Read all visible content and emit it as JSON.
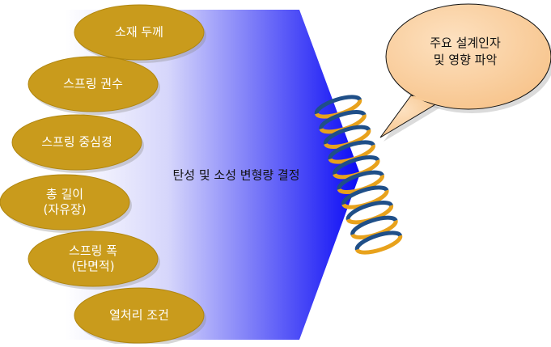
{
  "factors": [
    {
      "line1": "소재 두께",
      "line2": ""
    },
    {
      "line1": "스프링 권수",
      "line2": ""
    },
    {
      "line1": "스프링 중심경",
      "line2": ""
    },
    {
      "line1": "총 길이",
      "line2": "(자유장)"
    },
    {
      "line1": "스프링 폭",
      "line2": "(단면적)"
    },
    {
      "line1": "열처리 조건",
      "line2": ""
    }
  ],
  "center_label": "탄성 및 소성 변형량 결정",
  "callout": {
    "line1": "주요 설계인자",
    "line2": "및 영향 파악"
  },
  "colors": {
    "ellipse": "#c99b1c",
    "ellipse_border": "#b0860f",
    "arrow_light": "#ffffff",
    "arrow_dark": "#0a0af5",
    "bubble": "#fbd3a6",
    "spring_gold": "#e8a21c",
    "spring_dark": "#1f4f88"
  }
}
